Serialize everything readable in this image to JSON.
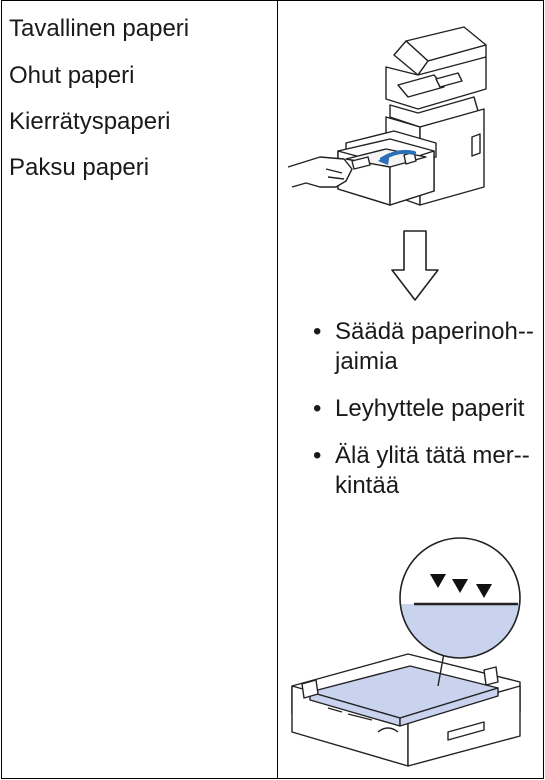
{
  "paper_types": [
    "Tavallinen paperi",
    "Ohut paperi",
    "Kierrätyspaperi",
    "Paksu paperi"
  ],
  "instructions": [
    "Säädä paperinoh-­jaimia",
    "Leyhyttele paperit",
    "Älä ylitä tätä mer-­kintää"
  ],
  "bullet": "•",
  "colors": {
    "paper_blue": "#c9d3ee",
    "arrow_blue": "#2b6fb6",
    "line": "#000000"
  },
  "icons": [
    "printer-illustration",
    "down-arrow-icon",
    "paper-tray-illustration",
    "fill-mark-icon"
  ]
}
